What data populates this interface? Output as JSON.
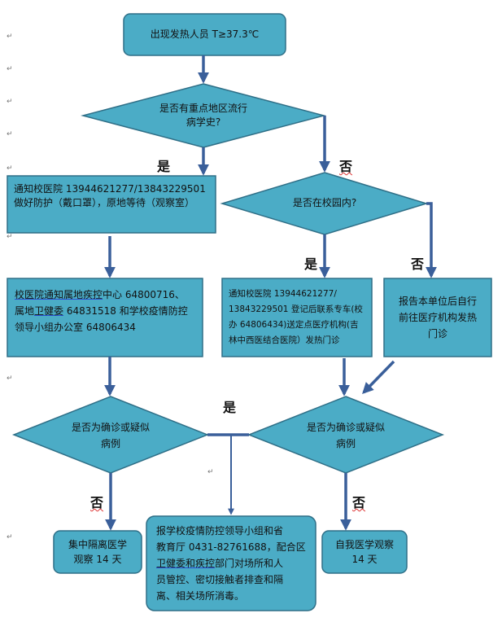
{
  "nodes": {
    "start": "出现发热人员 T≥37.3℃",
    "d1_line1": "是否有重点地区流行",
    "d1_line2": "病学史?",
    "box_school_clinic": {
      "line1": "通知校医院 13944621277/13843229501",
      "line2": "做好防护（戴口罩），原地等待（观察室）"
    },
    "d2": "是否在校园内?",
    "box_notify": {
      "l1a": "校医院",
      "l1b": "通知属地疾控",
      "l1c": "中心 64800716、",
      "l2a": "属地",
      "l2b": "卫健委",
      "l2c": " 64831518 和学校疫情防控",
      "l3": "领导小组办公室 64806434"
    },
    "box_transfer": {
      "l1": "通知校医院 13944621277/",
      "l2": "13843229501 登记后联系专车(校",
      "l3": "办 64806434)送定点医疗机构(吉",
      "l4": "林中西医结合医院）发热门诊"
    },
    "box_self_report": {
      "l1": "报告本单位后自行",
      "l2": "前往医疗机构发热",
      "l3": "门诊"
    },
    "d3_left": {
      "l1": "是否为确诊或疑似",
      "l2": "病例"
    },
    "d3_right": {
      "l1": "是否为确诊或疑似",
      "l2": "病例"
    },
    "box_isolation": {
      "l1": "集中隔离医学",
      "l2": "观察 14 天"
    },
    "box_report": {
      "l1": "报学校疫情防控领导小组和省",
      "l2": "教育厅 0431-82761688，配合区",
      "l3a": "卫健委和疾控",
      "l3b": "部门对场所和人",
      "l4": "员管控、密切接触者排查和隔",
      "l5": "离、相关场所消毒。"
    },
    "box_self_obs": {
      "l1": "自我医学观察",
      "l2": "14 天"
    }
  },
  "labels": {
    "yes1": "是",
    "no1": "否",
    "yes2": "是",
    "no2": "否",
    "yes3": "是",
    "no3": "否",
    "no4": "否"
  },
  "colors": {
    "fill": "#4bacc6",
    "stroke": "#2f6f87",
    "arrow": "#3a5f9a"
  }
}
